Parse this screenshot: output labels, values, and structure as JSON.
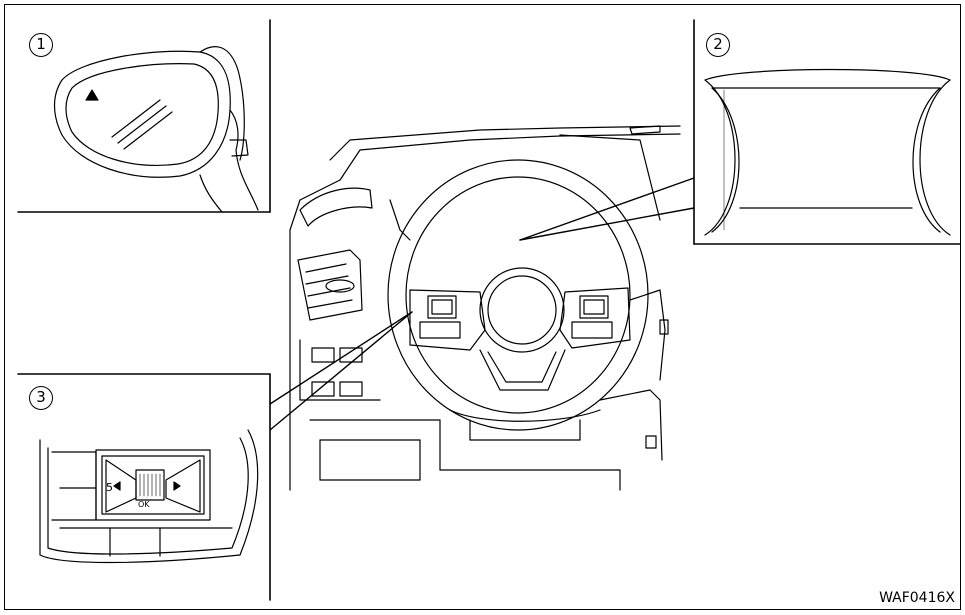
{
  "callouts": [
    {
      "number": "1"
    },
    {
      "number": "2"
    },
    {
      "number": "3"
    }
  ],
  "switch_labels": {
    "ok": "OK",
    "back": "5"
  },
  "figure_code": "WAF0416X",
  "icons": [
    "mirror-icon",
    "meter-display-icon",
    "steering-switch-icon",
    "steering-wheel-icon"
  ]
}
